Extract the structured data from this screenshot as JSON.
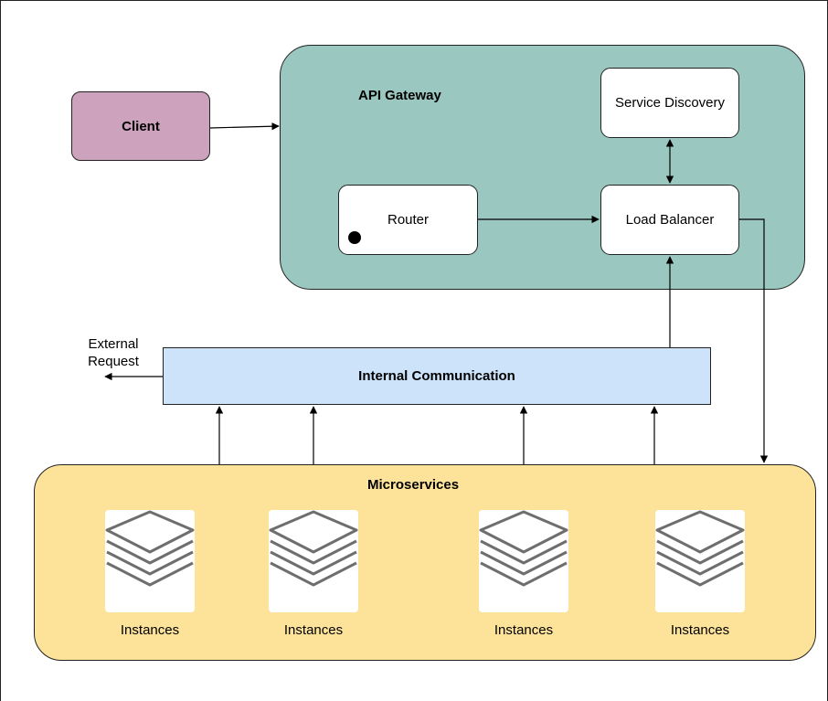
{
  "diagram": {
    "client": "Client",
    "gateway": {
      "title": "API Gateway",
      "service_discovery": "Service Discovery",
      "router": "Router",
      "load_balancer": "Load Balancer"
    },
    "internal_communication": "Internal Communication",
    "external_request": "External\nRequest",
    "microservices": {
      "title": "Microservices",
      "instances": [
        "Instances",
        "Instances",
        "Instances",
        "Instances"
      ]
    },
    "icons": {
      "instance": "layers-stack-icon"
    },
    "colors": {
      "gateway": "#9ac7bf",
      "client": "#cda2bd",
      "internal": "#cce3fa",
      "microservices": "#fde39a"
    }
  }
}
